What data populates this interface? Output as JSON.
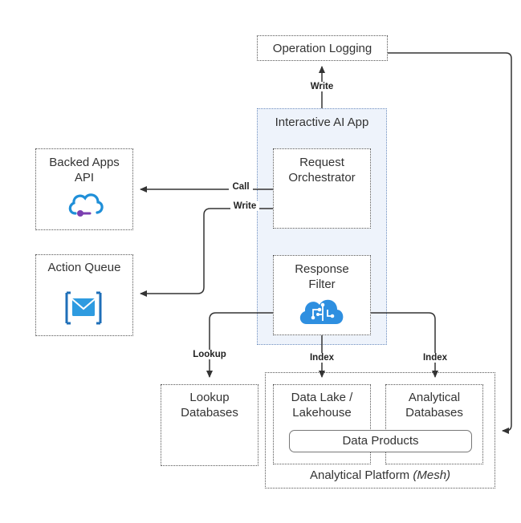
{
  "nodes": {
    "operation_logging": "Operation Logging",
    "interactive_ai_app": "Interactive AI App",
    "request_orchestrator": "Request\nOrchestrator",
    "response_filter": "Response\nFilter",
    "backed_apps_api": "Backed Apps\nAPI",
    "action_queue": "Action Queue",
    "lookup_databases": "Lookup\nDatabases",
    "data_lake": "Data Lake /\nLakehouse",
    "analytical_databases": "Analytical\nDatabases",
    "data_products": "Data Products",
    "analytical_platform": "Analytical Platform",
    "analytical_platform_suffix": "(Mesh)"
  },
  "edges": {
    "write_logging": "Write",
    "call": "Call",
    "write_queue": "Write",
    "lookup": "Lookup",
    "index_lake": "Index",
    "index_analytical": "Index"
  },
  "icons": {
    "api": "cloud-api-icon",
    "queue": "envelope-queue-icon",
    "filter": "cloud-circuit-icon"
  },
  "colors": {
    "icon_blue": "#1f8fd8",
    "icon_purple": "#7b3fb0",
    "app_fill": "#eef3fb"
  }
}
